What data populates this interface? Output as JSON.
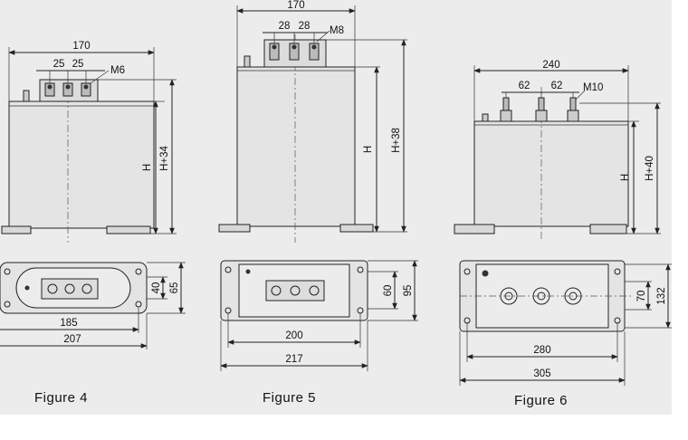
{
  "figures": [
    {
      "caption": "Figure 4",
      "front": {
        "width": "170",
        "pitch_a": "25",
        "pitch_b": "25",
        "thread": "M6",
        "height": "H",
        "total_height": "H+34"
      },
      "bottom": {
        "hole_spacing": "185",
        "base_length": "207",
        "hole_y": "40",
        "base_width": "65"
      }
    },
    {
      "caption": "Figure 5",
      "front": {
        "width": "170",
        "pitch_a": "28",
        "pitch_b": "28",
        "thread": "M8",
        "height": "H",
        "total_height": "H+38"
      },
      "bottom": {
        "hole_spacing": "200",
        "base_length": "217",
        "hole_y": "60",
        "base_width": "95"
      }
    },
    {
      "caption": "Figure 6",
      "front": {
        "width": "240",
        "pitch_a": "62",
        "pitch_b": "62",
        "thread": "M10",
        "height": "H",
        "total_height": "H+40"
      },
      "bottom": {
        "hole_spacing": "280",
        "base_length": "305",
        "hole_y": "70",
        "base_width": "132"
      }
    }
  ]
}
